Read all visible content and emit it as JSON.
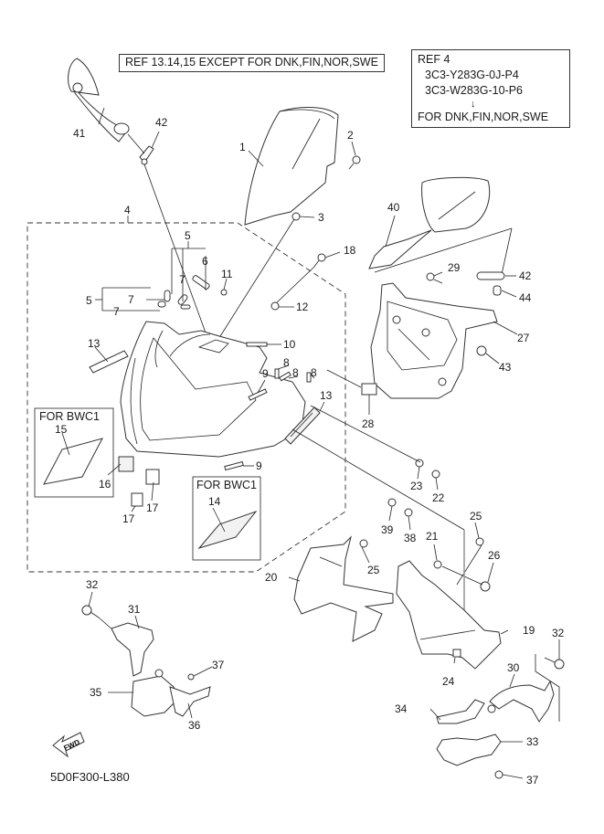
{
  "diagram": {
    "title_code": "5D0F300-L380",
    "ref_notes": [
      {
        "id": "ref-note-1",
        "lines": [
          "REF 13.14,15 EXCEPT FOR DNK,FIN,NOR,SWE"
        ]
      },
      {
        "id": "ref-note-2",
        "lines": [
          "REF 4",
          "3C3-Y283G-0J-P4",
          "3C3-W283G-10-P6",
          "↓",
          "FOR DNK,FIN,NOR,SWE"
        ]
      }
    ],
    "variant_boxes": [
      {
        "label": "FOR BWC1",
        "parts": [
          "15"
        ]
      },
      {
        "label": "FOR BWC1",
        "parts": [
          "14"
        ]
      }
    ],
    "fwd_arrow_label": "FWD",
    "callouts": [
      {
        "num": "1",
        "part": "windshield"
      },
      {
        "num": "2",
        "part": "windshield-screw"
      },
      {
        "num": "3",
        "part": "windshield-nut"
      },
      {
        "num": "4",
        "part": "upper-cowling-assembly"
      },
      {
        "num": "5",
        "part": "grommet-set"
      },
      {
        "num": "6",
        "part": "pin"
      },
      {
        "num": "7",
        "part": "damper"
      },
      {
        "num": "8",
        "part": "damper-small"
      },
      {
        "num": "9",
        "part": "damper-strip"
      },
      {
        "num": "10",
        "part": "seal"
      },
      {
        "num": "11",
        "part": "rivet"
      },
      {
        "num": "12",
        "part": "nut"
      },
      {
        "num": "13",
        "part": "emblem"
      },
      {
        "num": "14",
        "part": "emblem-bwc1"
      },
      {
        "num": "15",
        "part": "graphic-bwc1"
      },
      {
        "num": "16",
        "part": "lamp-cover"
      },
      {
        "num": "17",
        "part": "cap"
      },
      {
        "num": "18",
        "part": "screw"
      },
      {
        "num": "19",
        "part": "inner-panel-right"
      },
      {
        "num": "20",
        "part": "inner-panel-left"
      },
      {
        "num": "21",
        "part": "bolt"
      },
      {
        "num": "22",
        "part": "screw"
      },
      {
        "num": "23",
        "part": "washer"
      },
      {
        "num": "24",
        "part": "nut-clip"
      },
      {
        "num": "25",
        "part": "screw"
      },
      {
        "num": "26",
        "part": "collar"
      },
      {
        "num": "27",
        "part": "cowling-stay"
      },
      {
        "num": "28",
        "part": "pad"
      },
      {
        "num": "29",
        "part": "bolt"
      },
      {
        "num": "30",
        "part": "bracket-right"
      },
      {
        "num": "31",
        "part": "bracket-left"
      },
      {
        "num": "32",
        "part": "bolt"
      },
      {
        "num": "33",
        "part": "cover-right"
      },
      {
        "num": "34",
        "part": "plate"
      },
      {
        "num": "35",
        "part": "cover-left"
      },
      {
        "num": "36",
        "part": "plate"
      },
      {
        "num": "37",
        "part": "screw"
      },
      {
        "num": "38",
        "part": "screw"
      },
      {
        "num": "39",
        "part": "washer"
      },
      {
        "num": "40",
        "part": "rear-view-mirror-right"
      },
      {
        "num": "41",
        "part": "rear-view-mirror-left"
      },
      {
        "num": "42",
        "part": "mirror-plate"
      },
      {
        "num": "43",
        "part": "nut"
      },
      {
        "num": "44",
        "part": "collar"
      }
    ]
  }
}
